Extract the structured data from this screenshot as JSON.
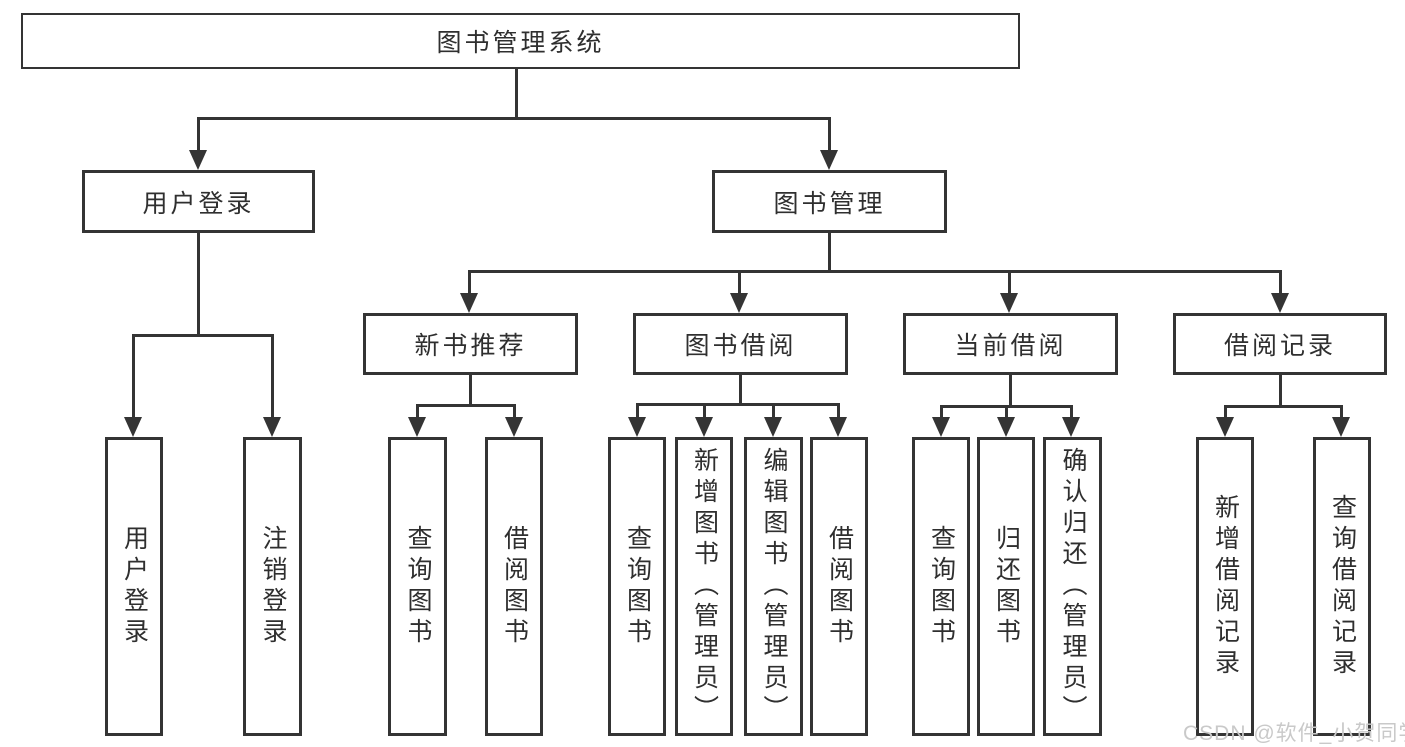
{
  "diagram": {
    "root": {
      "label": "图书管理系统"
    },
    "branches": [
      {
        "label": "用户登录",
        "children": [
          {
            "label": "用户登录"
          },
          {
            "label": "注销登录"
          }
        ]
      },
      {
        "label": "图书管理",
        "children": [
          {
            "label": "新书推荐",
            "children": [
              {
                "label": "查询图书"
              },
              {
                "label": "借阅图书"
              }
            ]
          },
          {
            "label": "图书借阅",
            "children": [
              {
                "label": "查询图书"
              },
              {
                "label": "新增图书（管理员）"
              },
              {
                "label": "编辑图书（管理员）"
              },
              {
                "label": "借阅图书"
              }
            ]
          },
          {
            "label": "当前借阅",
            "children": [
              {
                "label": "查询图书"
              },
              {
                "label": "归还图书"
              },
              {
                "label": "确认归还（管理员）"
              }
            ]
          },
          {
            "label": "借阅记录",
            "children": [
              {
                "label": "新增借阅记录"
              },
              {
                "label": "查询借阅记录"
              }
            ]
          }
        ]
      }
    ],
    "watermark": "CSDN @软件_小贺同学",
    "colors": {
      "line": "#343434",
      "text": "#2f2f2f",
      "watermark": "#c9c9c9",
      "background": "#ffffff"
    }
  }
}
